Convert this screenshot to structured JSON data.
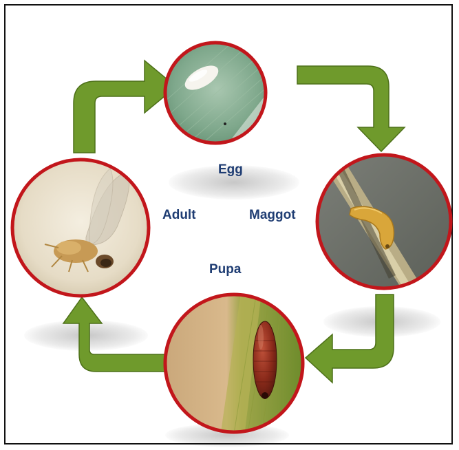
{
  "stages": {
    "egg": "Egg",
    "maggot": "Maggot",
    "pupa": "Pupa",
    "adult": "Adult"
  },
  "colors": {
    "arrow": "#6f9a2c",
    "arrow_stroke": "#4d7019",
    "ring": "#c2161b",
    "label": "#1f3d73"
  },
  "icons": {
    "cycle": "clockwise-arrows"
  }
}
